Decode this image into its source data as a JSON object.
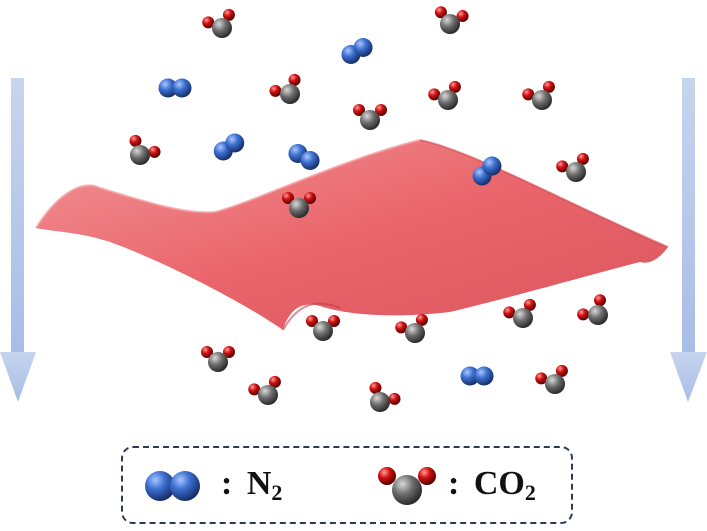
{
  "legend": {
    "n2": {
      "colon": ":",
      "symbol": "N",
      "subscript": "2"
    },
    "co2": {
      "colon": ":",
      "symbol": "CO",
      "subscript": "2"
    }
  },
  "colors": {
    "nitrogen": "#3c6fd0",
    "carbon": "#6c6c6c",
    "oxygen": "#d01010",
    "membrane": "#e85a60",
    "arrow": "#b8c8e8",
    "legend_border": "#2b3a55"
  }
}
